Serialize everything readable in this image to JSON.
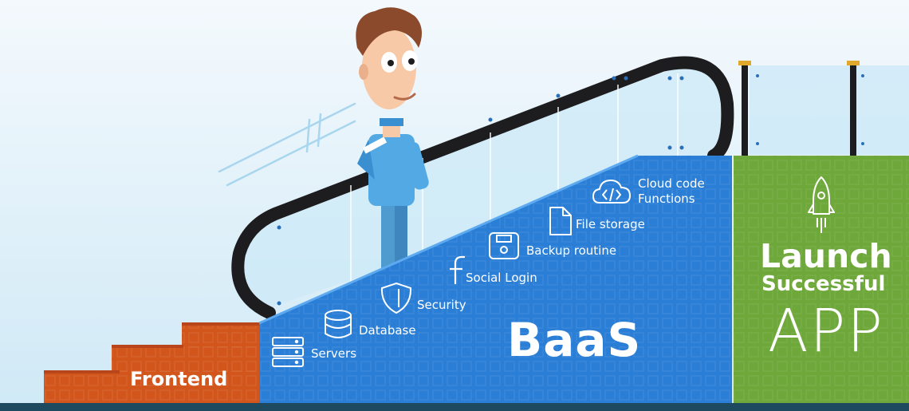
{
  "stages": {
    "frontend": "Frontend",
    "baas": "BaaS",
    "launch_line1": "Launch",
    "launch_line2": "Successful",
    "launch_line3": "APP"
  },
  "baas_features": [
    {
      "label": "Servers",
      "icon": "server-icon"
    },
    {
      "label": "Database",
      "icon": "database-icon"
    },
    {
      "label": "Security",
      "icon": "shield-icon"
    },
    {
      "label": "Social Login",
      "icon": "facebook-icon"
    },
    {
      "label": "Backup routine",
      "icon": "floppy-disk-icon"
    },
    {
      "label": "File storage",
      "icon": "file-icon"
    },
    {
      "label": "Cloud code",
      "icon": "cloud-code-icon"
    },
    {
      "label": "Functions",
      "icon": "cloud-code-icon"
    }
  ],
  "colors": {
    "sky": "#e9f4fb",
    "frontend_orange": "#d2561c",
    "baas_blue": "#2a7ed6",
    "launch_green": "#6fa83a",
    "bottom_bar": "#1e4a5f",
    "handrail": "#1d1d1f"
  }
}
